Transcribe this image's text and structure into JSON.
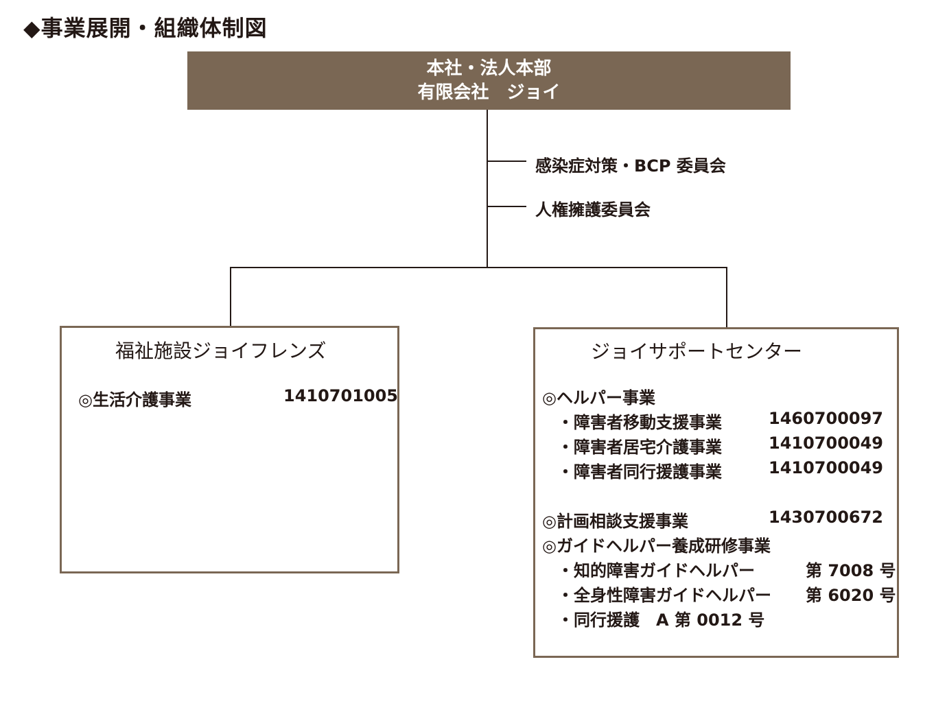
{
  "title": "◆事業展開・組織体制図",
  "headquarters": {
    "line1": "本社・法人本部",
    "line2": "有限会社　ジョイ"
  },
  "committees": [
    "感染症対策・BCP 委員会",
    "人権擁護委員会"
  ],
  "left_unit": {
    "title": "福祉施設ジョイフレンズ",
    "services": [
      {
        "name": "◎生活介護事業",
        "code": "1410701005"
      }
    ]
  },
  "right_unit": {
    "title": "ジョイサポートセンター",
    "helper": {
      "heading": "◎ヘルパー事業",
      "items": [
        {
          "name": "・障害者移動支援事業",
          "code": "1460700097"
        },
        {
          "name": "・障害者居宅介護事業",
          "code": "1410700049"
        },
        {
          "name": "・障害者同行援護事業",
          "code": "1410700049"
        }
      ]
    },
    "consultation": {
      "name": "◎計画相談支援事業",
      "code": "1430700672"
    },
    "guide": {
      "heading": "◎ガイドヘルパー養成研修事業",
      "items": [
        {
          "name": "・知的障害ガイドヘルパー",
          "code": "第 7008 号"
        },
        {
          "name": "・全身性障害ガイドヘルパー",
          "code": "第 6020 号"
        },
        {
          "name": "・同行援護　A 第 0012 号",
          "code": ""
        }
      ]
    }
  }
}
